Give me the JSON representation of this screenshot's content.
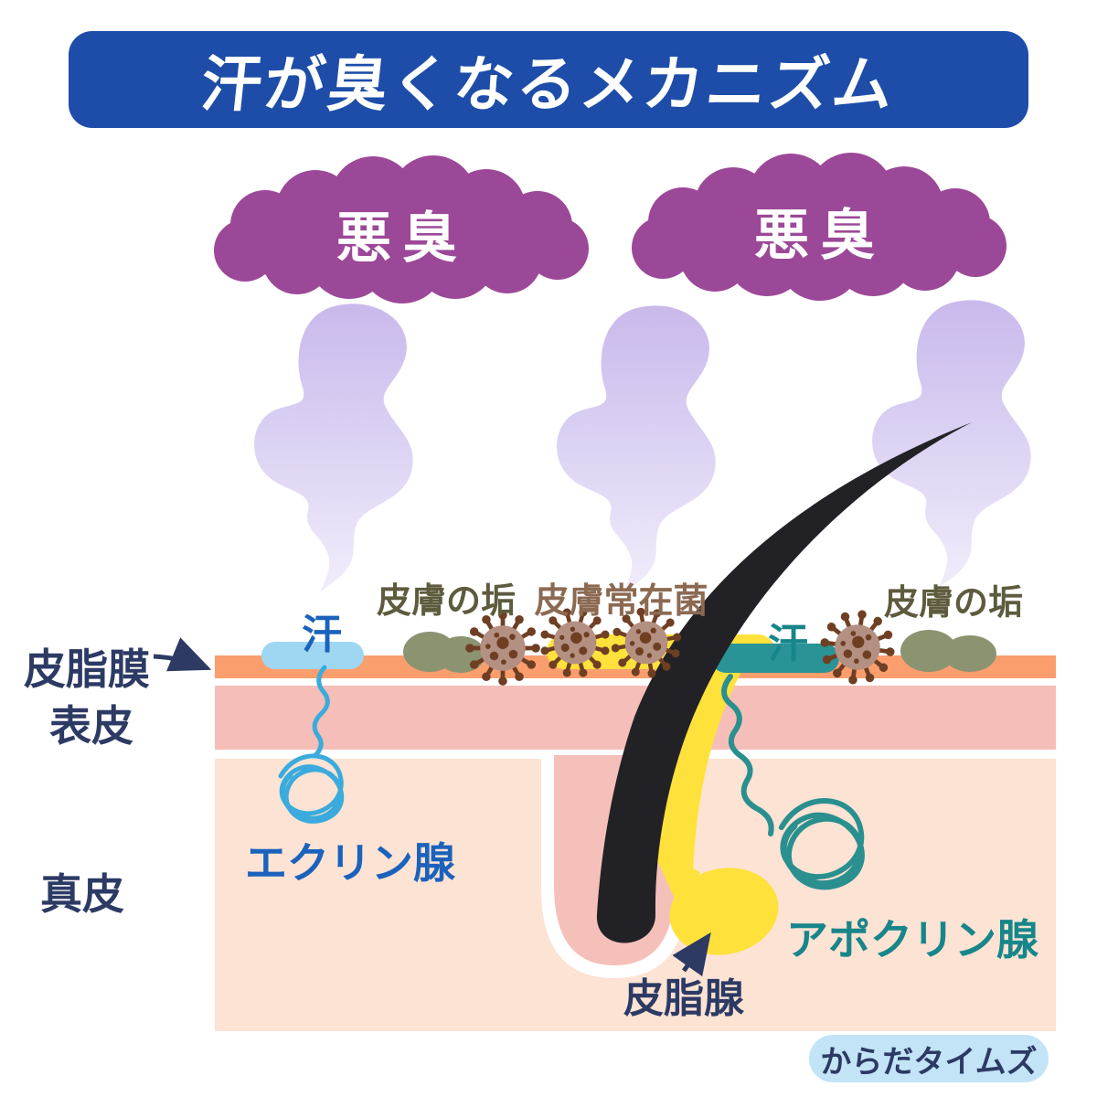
{
  "title": "汗が臭くなるメカニズム",
  "clouds": {
    "left": "悪臭",
    "right": "悪臭"
  },
  "labels": {
    "sebum_film": "皮脂膜",
    "epidermis": "表皮",
    "dermis": "真皮"
  },
  "surface": {
    "sweat_left": "汗",
    "grime_left": "皮膚の垢",
    "bacteria": "皮膚常在菌",
    "sweat_right": "汗",
    "grime_right": "皮膚の垢"
  },
  "glands": {
    "eccrine": "エクリン腺",
    "apocrine": "アポクリン腺",
    "sebaceous": "皮脂腺"
  },
  "footer": {
    "brand": "からだタイムズ"
  },
  "icons": {
    "odor_cloud": "odor-cloud-icon",
    "vapor": "vapor-wisp-icon",
    "germ": "bacteria-icon",
    "hair": "hair-shaft-icon",
    "eccrine_coil": "eccrine-gland-coil-icon",
    "apocrine_coil": "apocrine-gland-coil-icon",
    "sebaceous_gland": "sebaceous-gland-icon"
  },
  "colors": {
    "title_bg": "#1d4da8",
    "title_text": "#ffffff",
    "cloud": "#9c4898",
    "smoke_top": "#c9b9ec",
    "smoke_bottom": "#f1edfb",
    "sebum_film": "#fa9e6e",
    "epidermis": "#f6beb8",
    "dermis": "#fce3d4",
    "follicle_pink": "#f6c0ba",
    "hair": "#222226",
    "sebum": "#ffe13b",
    "grime": "#8b9370",
    "germ_body": "#b49082",
    "germ_dark": "#6f3f23",
    "sweat_eccrine": "#9fd7f2",
    "duct_eccrine": "#3aabdc",
    "sweat_apocrine": "#2a9396",
    "duct_apocrine": "#2a8f8f",
    "navy": "#2c3a64",
    "eccrine_text": "#1b62bc",
    "apocrine_text": "#17868a",
    "grime_text": "#5e5b3e",
    "bacteria_text": "#8c6a52",
    "badge_bg": "#c2e4f6"
  }
}
